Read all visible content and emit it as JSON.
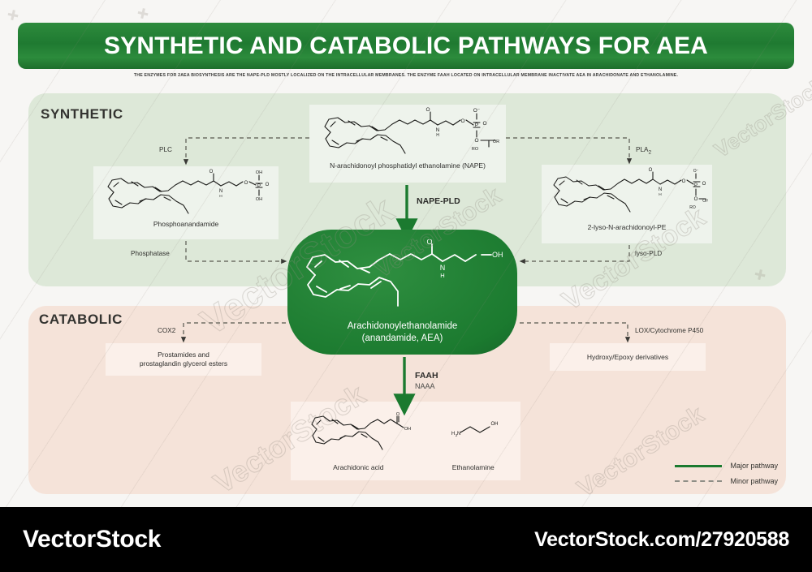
{
  "header": {
    "title": "SYNTHETIC AND CATABOLIC PATHWAYS FOR AEA",
    "subtitle": "THE ENZYMES FOR 2AEA BIOSYNTHESIS ARE THE NAPE-PLD MOSTLY LOCALIZED ON THE INTRACELLULAR MEMBRANES. THE ENZYME FAAH LOCATED ON INTRACELLULAR MEMBRANE INACTIVATE AEA IN ARACHIDONATE AND ETHANOLAMINE.",
    "bar_color": "#1f7a31"
  },
  "panels": {
    "synthetic": {
      "title": "SYNTHETIC",
      "color": "#dde8d8"
    },
    "catabolic": {
      "title": "CATABOLIC",
      "color": "#f5e3d9"
    }
  },
  "molecules": {
    "nape": {
      "caption": "N-arachidonoyl phosphatidyl ethanolamine (NAPE)"
    },
    "phosphoanandamide": {
      "caption": "Phosphoanandamide"
    },
    "lyso_pe": {
      "caption": "2-lyso-N-arachidonoyl-PE"
    },
    "aea": {
      "caption_line1": "Arachidonoylethanolamide",
      "caption_line2": "(anandamide, AEA)",
      "color": "#1b7a2f"
    },
    "prostamides": {
      "caption_line1": "Prostamides and",
      "caption_line2": "prostaglandin glycerol esters"
    },
    "hydroxy": {
      "caption": "Hydroxy/Epoxy derivatives"
    },
    "arachidonic_acid": {
      "caption": "Arachidonic acid"
    },
    "ethanolamine": {
      "caption": "Ethanolamine"
    }
  },
  "enzymes": {
    "plc": "PLC",
    "pla2": "PLA",
    "pla2_sub": "2",
    "nape_pld": "NAPE-PLD",
    "phosphatase": "Phosphatase",
    "lyso_pld": "lyso-PLD",
    "cox2": "COX2",
    "lox": "LOX/Cytochrome P450",
    "faah": "FAAH",
    "naaa": "NAAA"
  },
  "legend": {
    "major": "Major pathway",
    "minor": "Minor pathway",
    "major_color": "#1b7a2f",
    "minor_color": "#8e8e86"
  },
  "watermark": {
    "brand": "VectorStock",
    "tiles": [
      "VectorStock",
      "VectorStock",
      "VectorStock",
      "VectorStock",
      "VectorStock",
      "VectorStock"
    ]
  },
  "footer": {
    "brand": "VectorStock",
    "url": "VectorStock.com/27920588"
  }
}
